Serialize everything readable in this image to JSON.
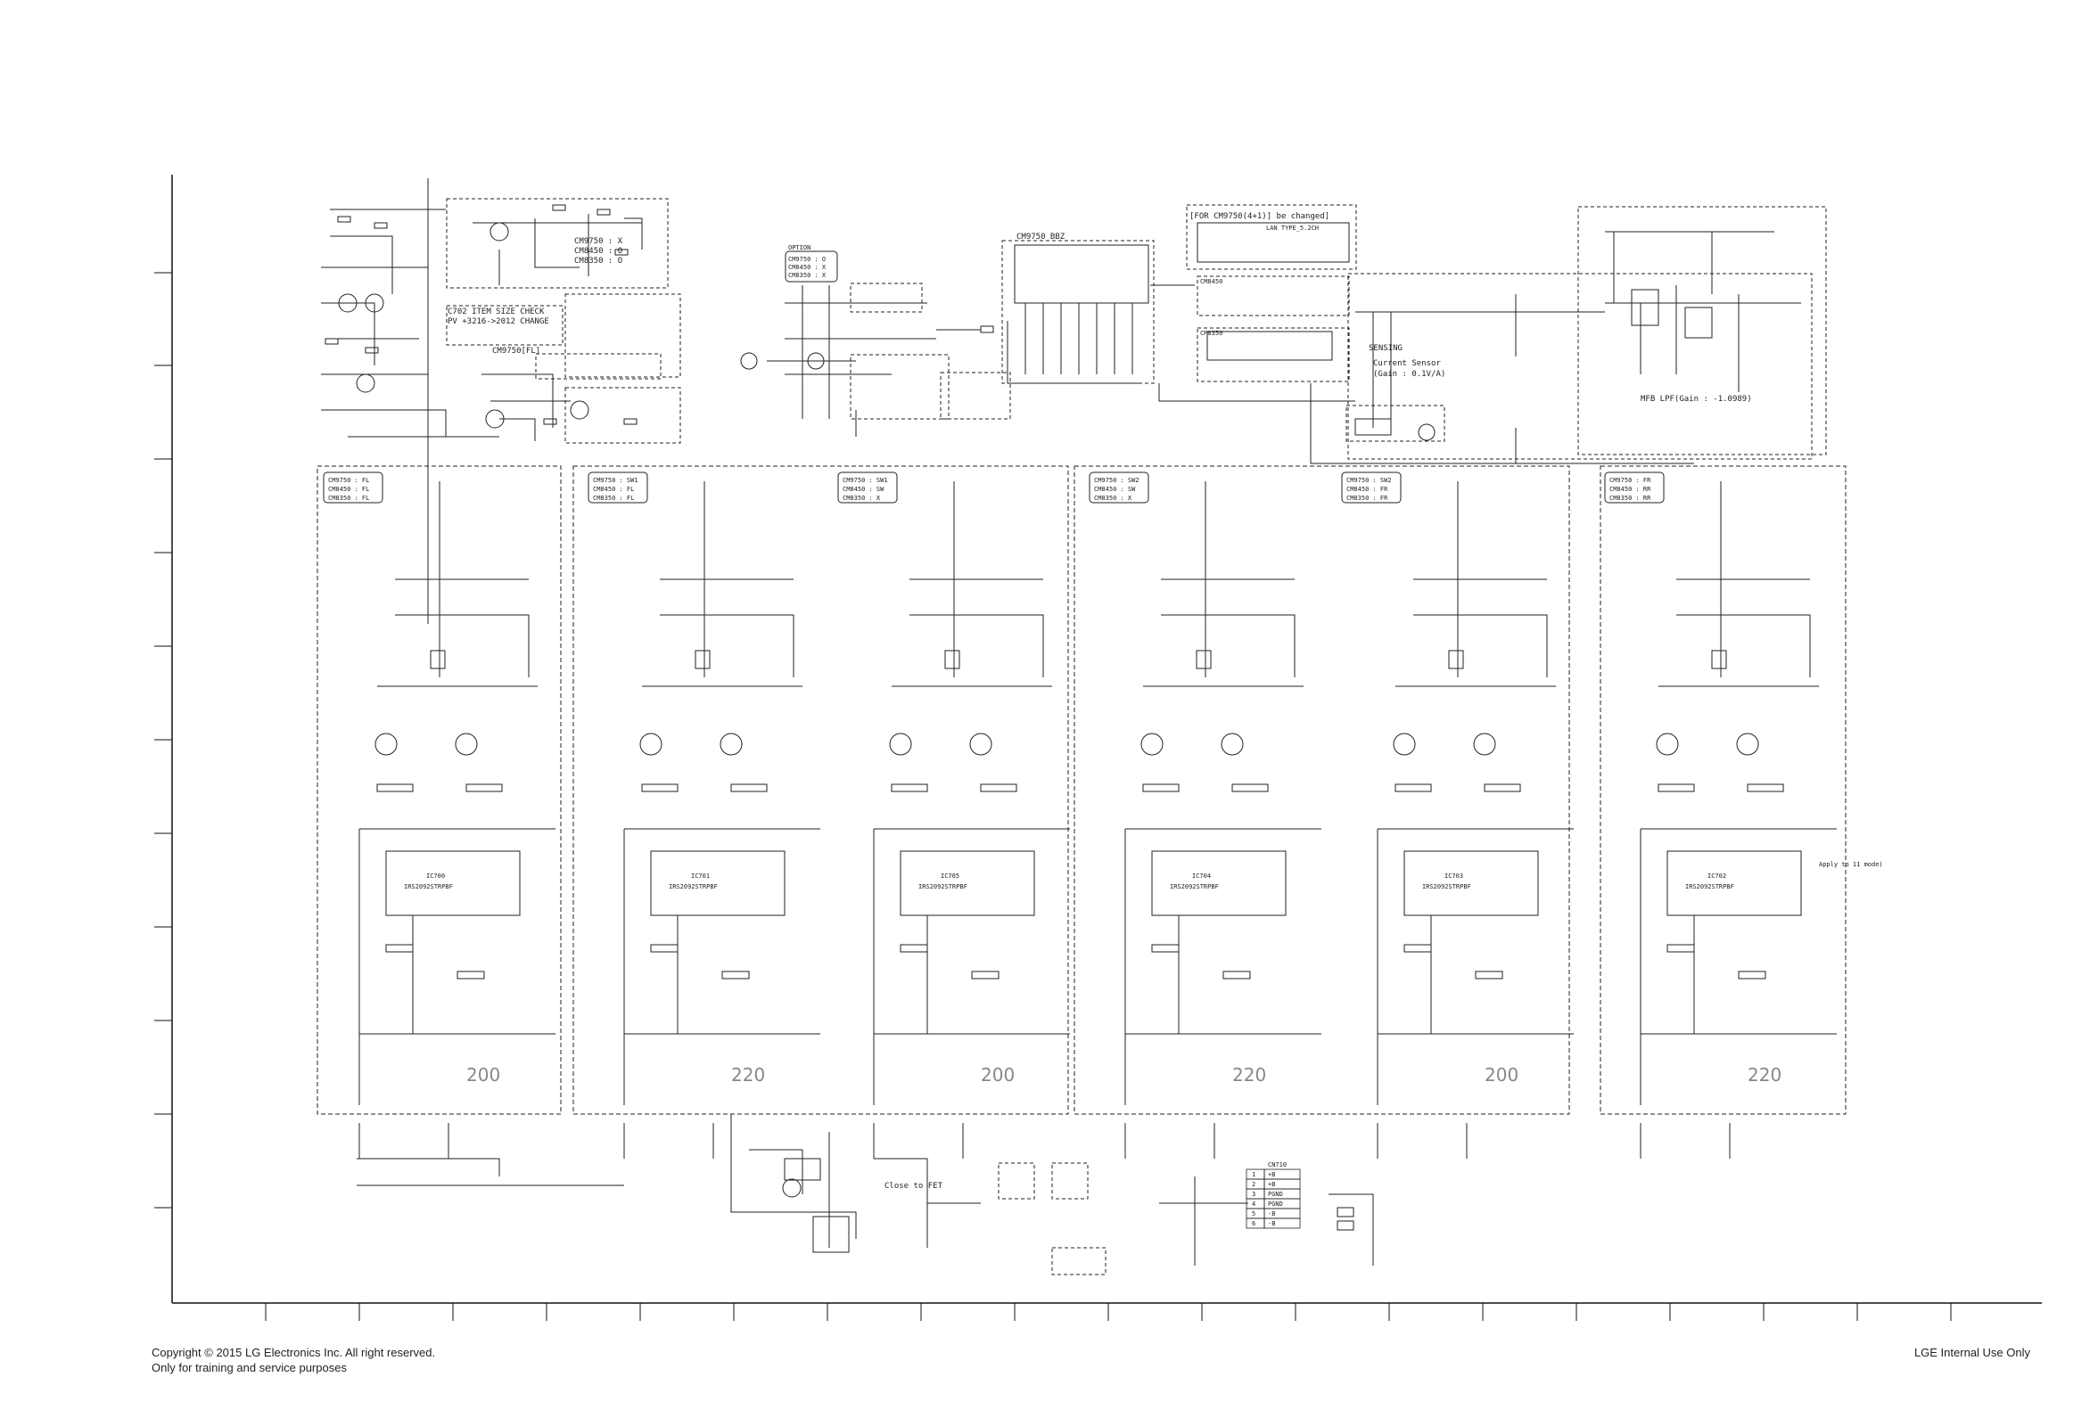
{
  "footer": {
    "copyright": "Copyright © 2015 LG Electronics Inc. All right reserved.",
    "training": "Only for training and service purposes",
    "internal": "LGE Internal Use Only"
  },
  "channels": [
    {
      "option_lines": [
        "CM9750 : FL",
        "CM8450 : FL",
        "CM8350 : FL"
      ],
      "ic": "IC700",
      "rating": "200"
    },
    {
      "option_lines": [
        "CM9750 : SW1",
        "CM8450 : FL",
        "CM8350 : FL"
      ],
      "ic": "IC701",
      "rating": "220"
    },
    {
      "option_lines": [
        "CM9750 : SW1",
        "CM8450 : SW",
        "CM8350 : X"
      ],
      "ic": "IC705",
      "rating": "200"
    },
    {
      "option_lines": [
        "CM9750 : SW2",
        "CM8450 : SW",
        "CM8350 : X"
      ],
      "ic": "IC704",
      "rating": "220"
    },
    {
      "option_lines": [
        "CM9750 : SW2",
        "CM8450 : FR",
        "CM8350 : FR"
      ],
      "ic": "IC703",
      "rating": "200"
    },
    {
      "option_lines": [
        "CM9750 : FR",
        "CM8450 : RR",
        "CM8350 : RR"
      ],
      "ic": "IC702",
      "rating": "220"
    }
  ],
  "notes": {
    "c702_check": "C702 ITEM SIZE CHECK",
    "c702_change": "PV +3216->2012 CHANGE",
    "cm9750_fl": "CM9750[FL]",
    "cm9750_bbz": "CM9750 BBZ",
    "for_cm9750": "[FOR CM9750(4+1)] be changed]",
    "lan_type": "LAN TYPE_5.2CH",
    "cm8450": "CM8450",
    "cm8350": "CM8350",
    "sensing": "SENSING",
    "current_sensor": "Current Sensor",
    "gain": "(Gain : 0.1V/A)",
    "mfb_lpf": "MFB LPF(Gain : -1.0989)",
    "close_to_fet": "Close to FET",
    "apply_to": "Apply to 11 mode)",
    "option": "OPTION"
  },
  "option_box_left": [
    "CM9750 : X",
    "CM8450 : O",
    "CM8350 : O"
  ],
  "option_box_mid": [
    "CM9750 : O",
    "CM8450 : X",
    "CM8350 : X"
  ],
  "ic_chip": "IRS2092STRPBF",
  "bottom_table": {
    "header": "CN710",
    "rows": [
      [
        "1",
        "+B"
      ],
      [
        "2",
        "+B"
      ],
      [
        "3",
        "PGND"
      ],
      [
        "4",
        "PGND"
      ],
      [
        "5",
        "-B"
      ],
      [
        "6",
        "-B"
      ]
    ]
  }
}
